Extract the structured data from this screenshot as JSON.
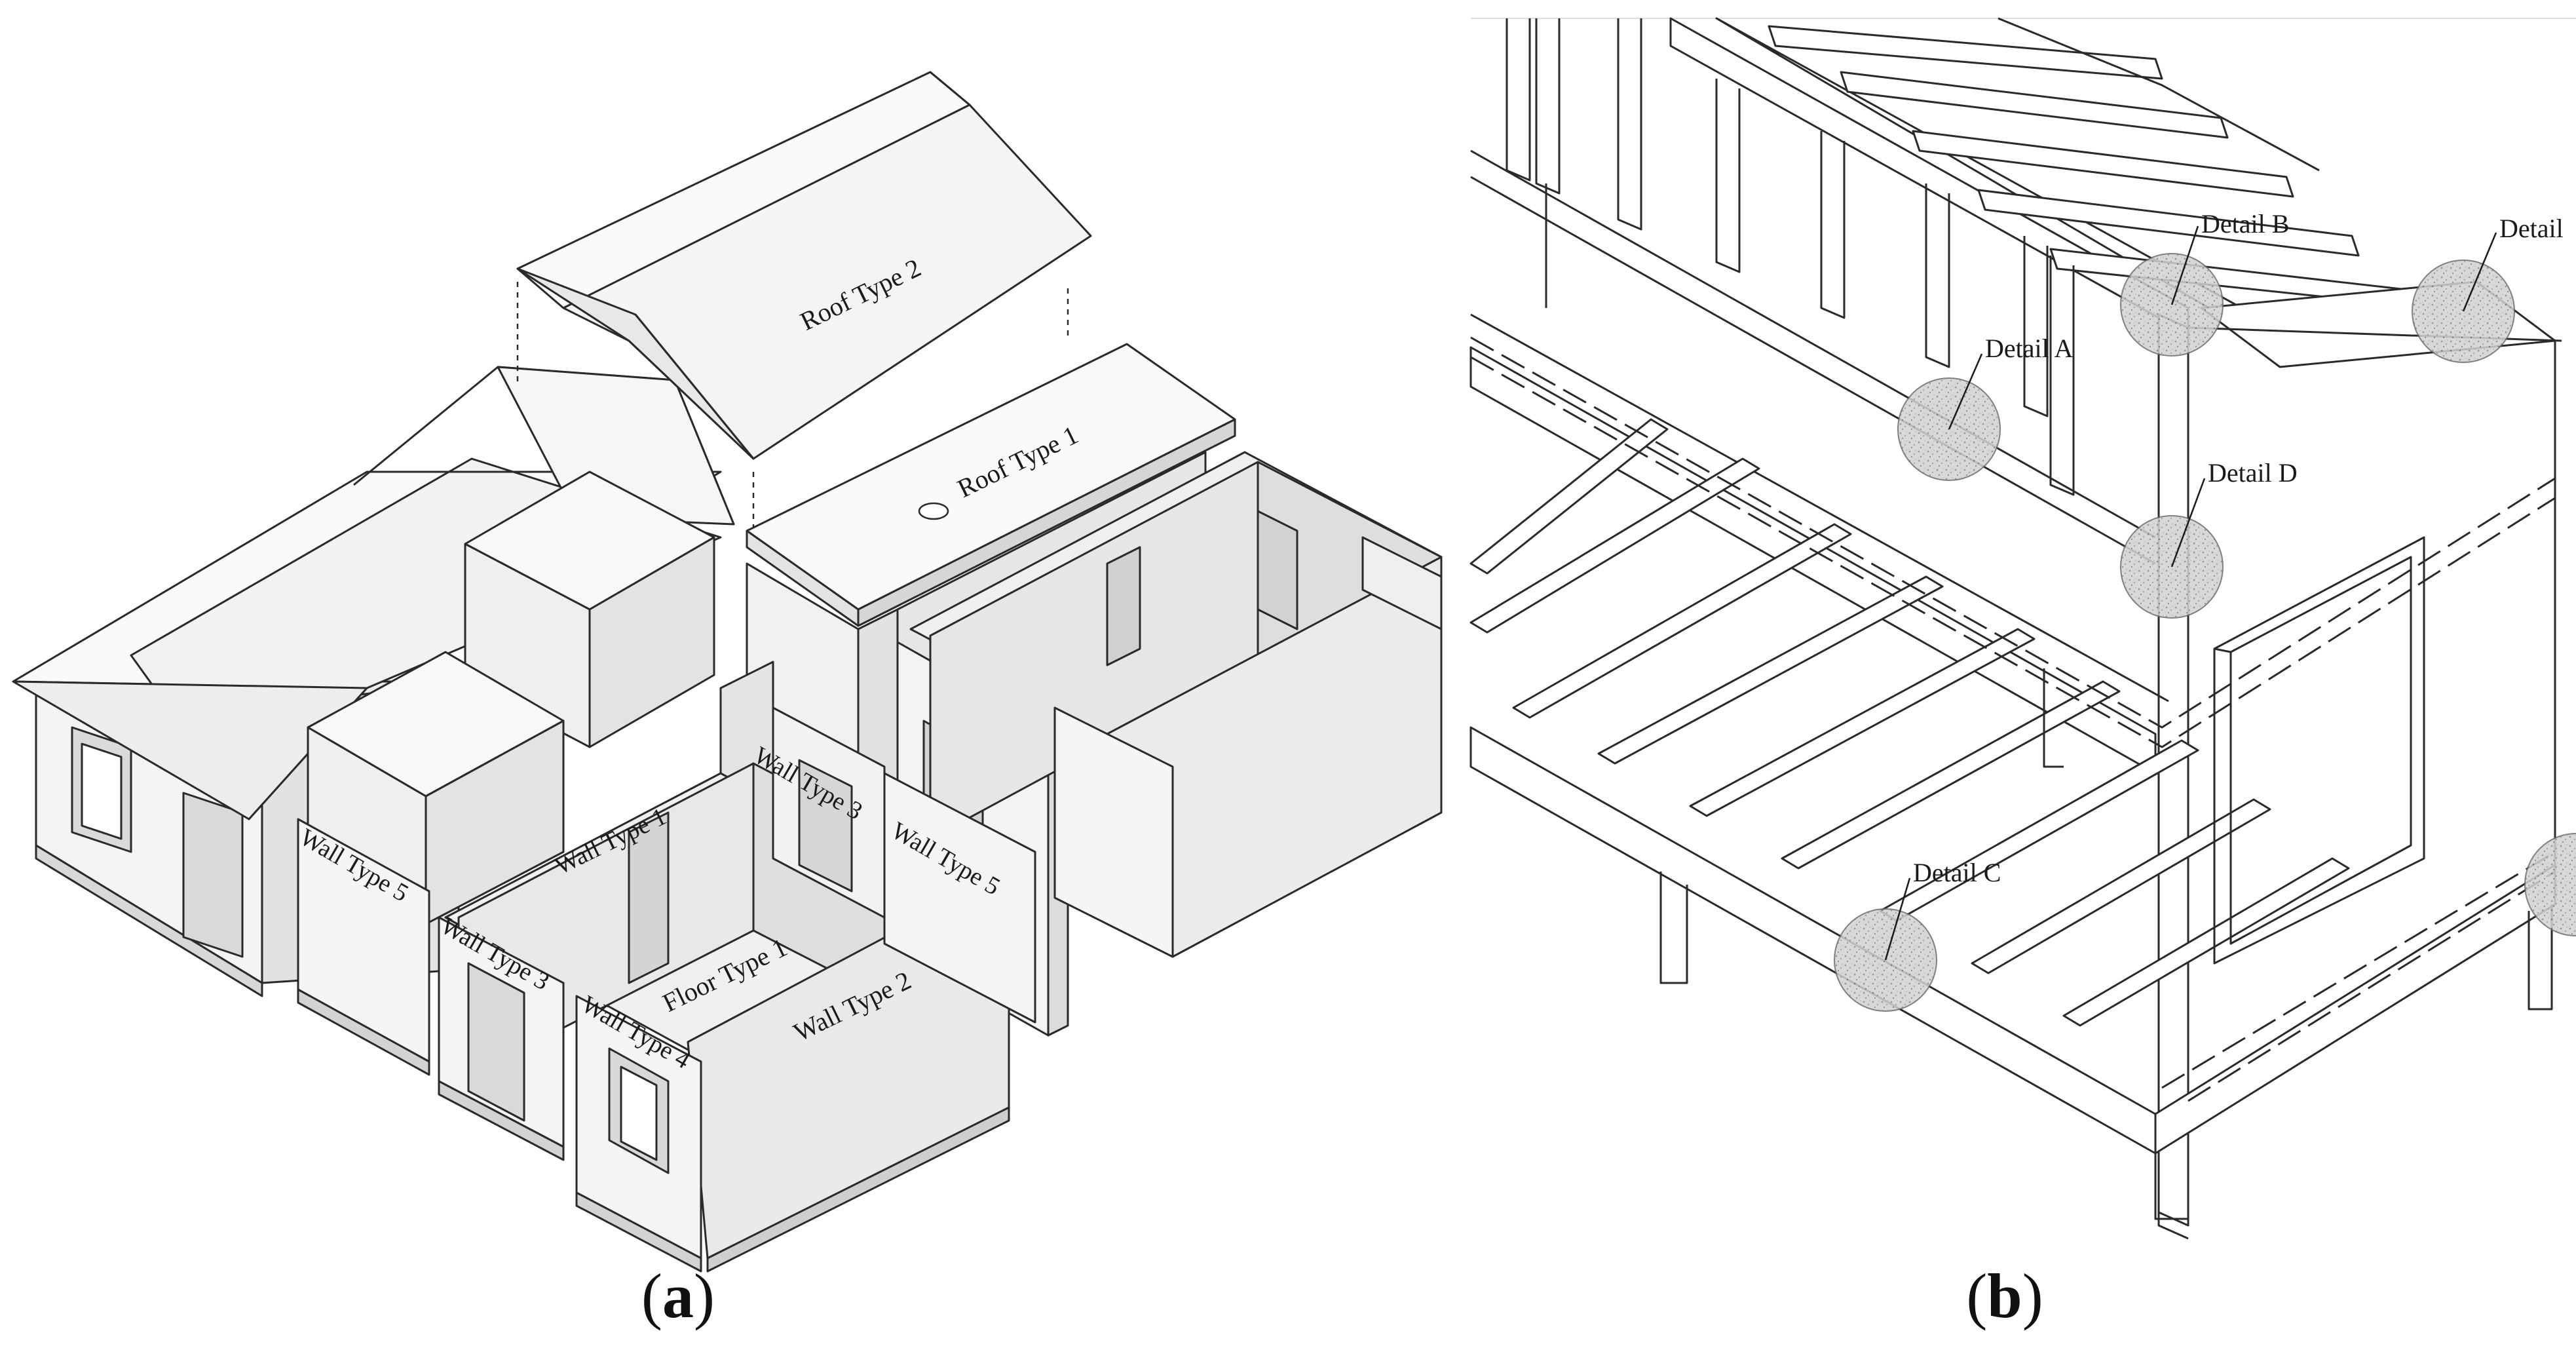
{
  "panel_a": {
    "caption_open": "(",
    "caption_letter": "a",
    "caption_close": ")",
    "labels": {
      "roof_type_2": "Roof Type 2",
      "roof_type_1": "Roof Type 1",
      "wall_type_1": "Wall Type 1",
      "wall_type_3_top": "Wall Type 3",
      "wall_type_5_right": "Wall Type 5",
      "wall_type_5_left": "Wall Type 5",
      "wall_type_3_left": "Wall Type 3",
      "floor_type_1": "Floor Type 1",
      "wall_type_2": "Wall Type 2",
      "wall_type_4": "Wall Type 4"
    }
  },
  "panel_b": {
    "caption_open": "(",
    "caption_letter": "b",
    "caption_close": ")",
    "details": {
      "a": "Detail A",
      "b": "Detail B",
      "c": "Detail C",
      "d": "Detail D",
      "e": "Detail"
    }
  },
  "colors": {
    "line": "#2a2a2a",
    "top_face": "#f7f7f7",
    "side_face": "#e9e9e9",
    "shade_face": "#d6d6d6",
    "detail_fill": "#c9c9c9"
  }
}
